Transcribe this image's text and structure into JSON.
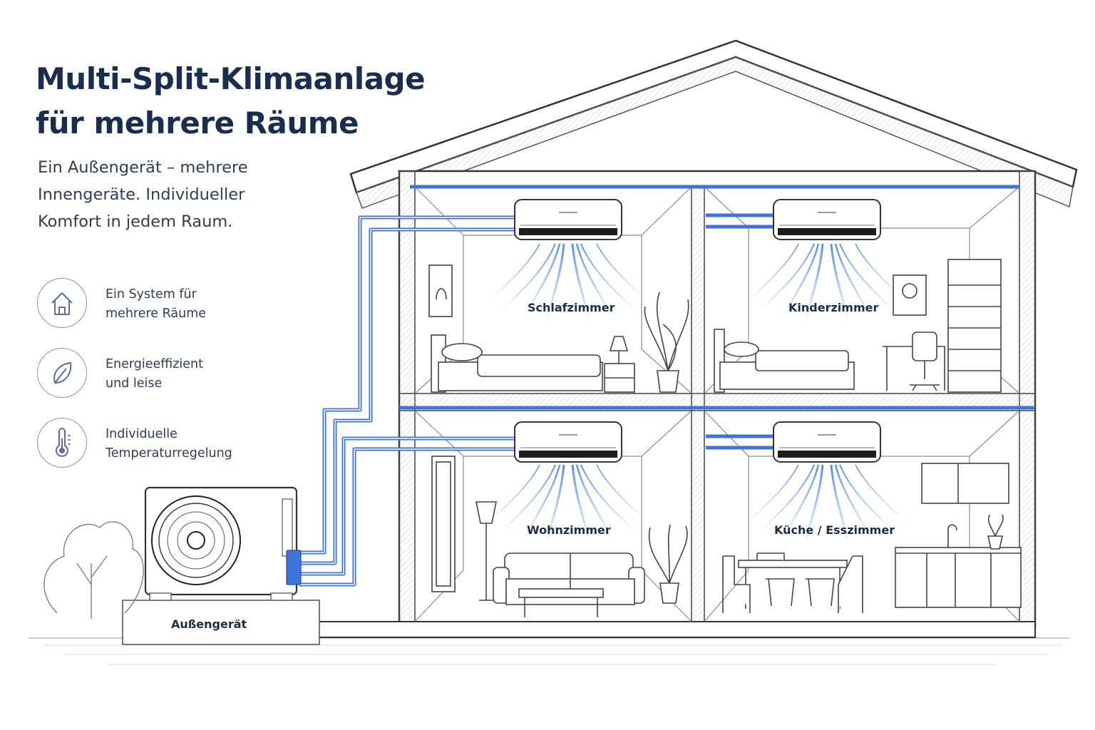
{
  "title": {
    "line1": "Multi-Split-Klimaanlage",
    "line2": "für mehrere Räume"
  },
  "subtitle": {
    "line1": "Ein Außengerät – mehrere",
    "line2": "Innengeräte. Individueller",
    "line3": "Komfort in jedem Raum."
  },
  "features": [
    {
      "icon": "house-icon",
      "line1": "Ein System für",
      "line2": "mehrere Räume"
    },
    {
      "icon": "leaf-icon",
      "line1": "Energieeffizient",
      "line2": "und leise"
    },
    {
      "icon": "thermometer-icon",
      "line1": "Individuelle",
      "line2": "Temperaturregelung"
    }
  ],
  "rooms": {
    "schlafzimmer": "Schlafzimmer",
    "kinderzimmer": "Kinderzimmer",
    "wohnzimmer": "Wohnzimmer",
    "kueche": "Küche / Esszimmer"
  },
  "outdoor_unit": "Außengerät",
  "colors": {
    "title": "#1b2d4f",
    "pipe": "#3f73d8",
    "airflow": "#3d7be0",
    "sketch": "#555555"
  }
}
